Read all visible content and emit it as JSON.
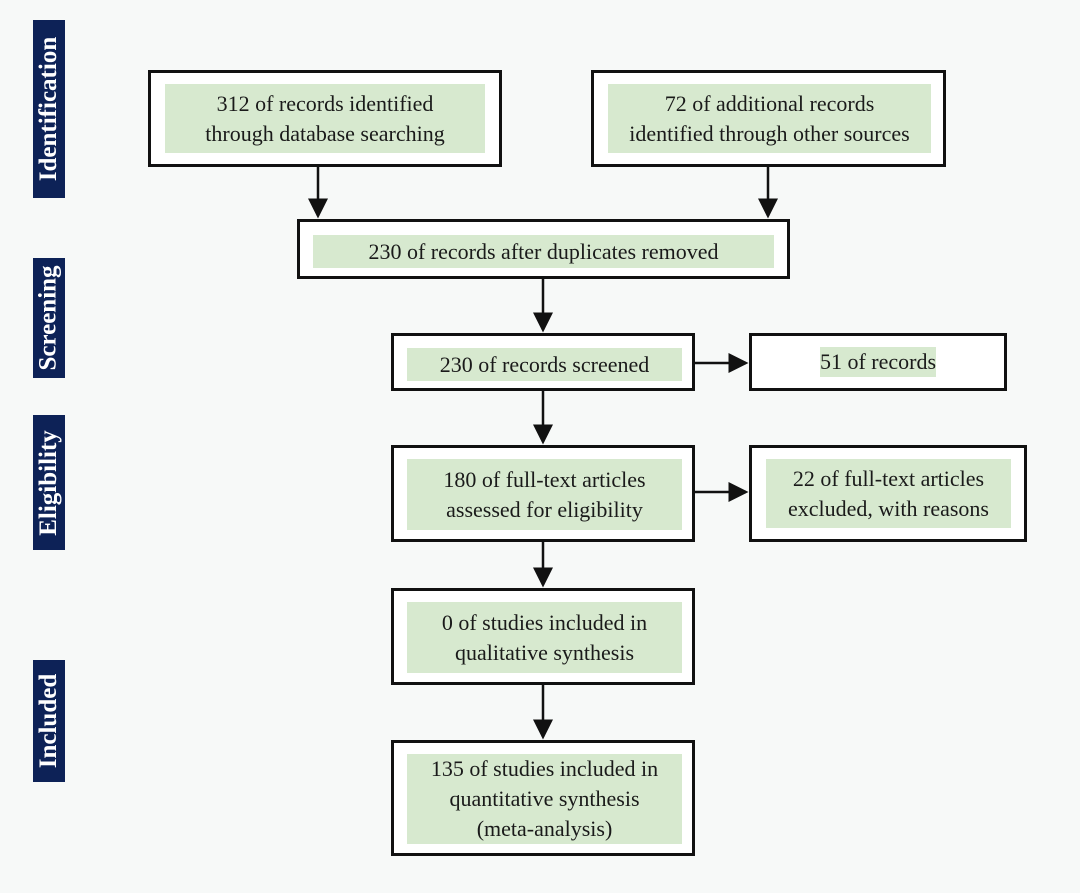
{
  "phases": {
    "identification": "Identification",
    "screening": "Screening",
    "eligibility": "Eligibility",
    "included": "Included"
  },
  "boxes": {
    "db_search": "312 of records identified\nthrough database searching",
    "other_sources": "72 of additional records\nidentified through other sources",
    "after_duplicates": "230 of records after duplicates removed",
    "screened": "230 of records screened",
    "excluded_records": "51 of records",
    "fulltext_assessed": "180 of full-text articles\nassessed for eligibility",
    "fulltext_excluded": "22 of full-text articles\nexcluded, with reasons",
    "qualitative": "0 of studies included in\nqualitative synthesis",
    "quantitative": "135 of studies included in\nquantitative synthesis\n(meta-analysis)"
  },
  "colors": {
    "phase_background": "#0d2257",
    "box_fill": "#d7e9cf",
    "border": "#111111"
  }
}
